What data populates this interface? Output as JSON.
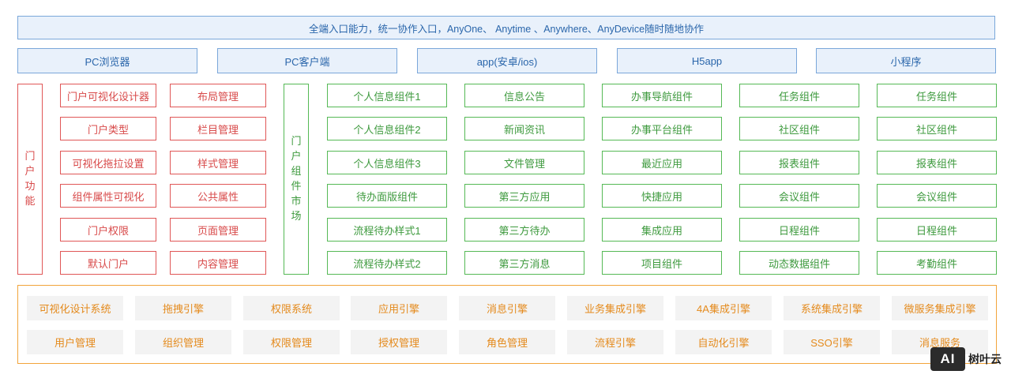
{
  "banner": "全端入口能力，统一协作入口，AnyOne、 Anytime 、Anywhere、AnyDevice随时随地协作",
  "platforms": [
    "PC浏览器",
    "PC客户端",
    "app(安卓/ios)",
    "H5app",
    "小程序"
  ],
  "portal_function": {
    "side_label": [
      "门",
      "户",
      "功",
      "能"
    ],
    "left_column": [
      "门户可视化设计器",
      "门户类型",
      "可视化拖拉设置",
      "组件属性可视化",
      "门户权限",
      "默认门户"
    ],
    "right_column": [
      "布局管理",
      "栏目管理",
      "样式管理",
      "公共属性",
      "页面管理",
      "内容管理"
    ]
  },
  "component_market": {
    "side_label": [
      "门",
      "户",
      "组",
      "件",
      "市",
      "场"
    ],
    "columns": [
      [
        "个人信息组件1",
        "个人信息组件2",
        "个人信息组件3",
        "待办面版组件",
        "流程待办样式1",
        "流程待办样式2"
      ],
      [
        "信息公告",
        "新闻资讯",
        "文件管理",
        "第三方应用",
        "第三方待办",
        "第三方消息"
      ],
      [
        "办事导航组件",
        "办事平台组件",
        "最近应用",
        "快捷应用",
        "集成应用",
        "项目组件"
      ],
      [
        "任务组件",
        "社区组件",
        "报表组件",
        "会议组件",
        "日程组件",
        "动态数据组件"
      ],
      [
        "任务组件",
        "社区组件",
        "报表组件",
        "会议组件",
        "日程组件",
        "考勤组件"
      ]
    ]
  },
  "engines": {
    "row1": [
      "可视化设计系统",
      "拖拽引擎",
      "权限系统",
      "应用引擎",
      "消息引擎",
      "业务集成引擎",
      "4A集成引擎",
      "系统集成引擎",
      "微服务集成引擎"
    ],
    "row2": [
      "用户管理",
      "组织管理",
      "权限管理",
      "授权管理",
      "角色管理",
      "流程引擎",
      "自动化引擎",
      "SSO引擎",
      "消息服务"
    ]
  },
  "watermark": {
    "logo": "AI",
    "text": "树叶云"
  },
  "colors": {
    "blue": "#7aa7da",
    "red": "#e05757",
    "green": "#55b955",
    "orange": "#f2a43b"
  }
}
